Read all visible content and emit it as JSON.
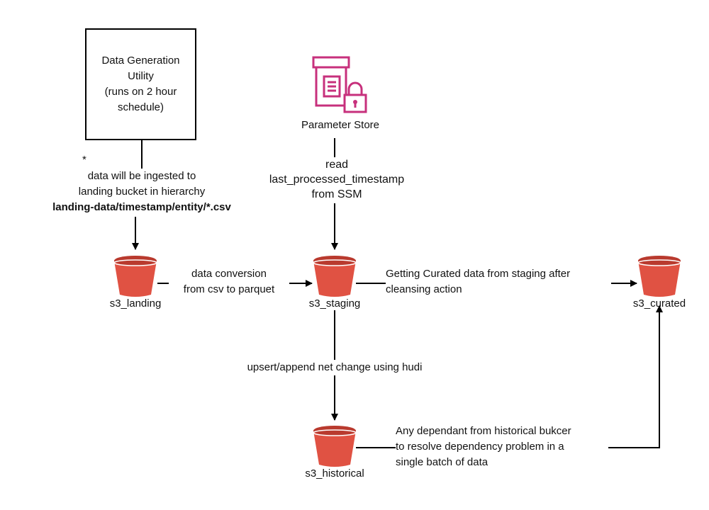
{
  "utility": {
    "lines": [
      "Data Generation",
      "Utility",
      "(runs on 2 hour",
      "schedule)"
    ]
  },
  "parameter_store": {
    "label": "Parameter Store",
    "icon": "parameter-store-icon",
    "color": "#c7307c"
  },
  "ingest_note": {
    "asterisk": "*",
    "line1": "data will be ingested to",
    "line2": "landing bucket in hierarchy",
    "path": "landing-data/timestamp/entity/*.csv"
  },
  "read_note": {
    "line1": "read",
    "line2": "last_processed_timestamp",
    "line3": "from SSM"
  },
  "conversion_note": {
    "line1": "data conversion",
    "line2": "from csv to parquet"
  },
  "curated_note": {
    "line1": "Getting Curated data from staging after",
    "line2": "cleansing action"
  },
  "upsert_note": {
    "text": "upsert/append net change using hudi"
  },
  "dependency_note": {
    "line1": "Any dependant from historical bukcer",
    "line2": "to resolve dependency problem in a",
    "line3": "single batch of data"
  },
  "buckets": {
    "landing": "s3_landing",
    "staging": "s3_staging",
    "curated": "s3_curated",
    "historical": "s3_historical"
  },
  "colors": {
    "bucket": "#e05243",
    "bucket_dark": "#b93a2e",
    "arrow": "#000000"
  }
}
